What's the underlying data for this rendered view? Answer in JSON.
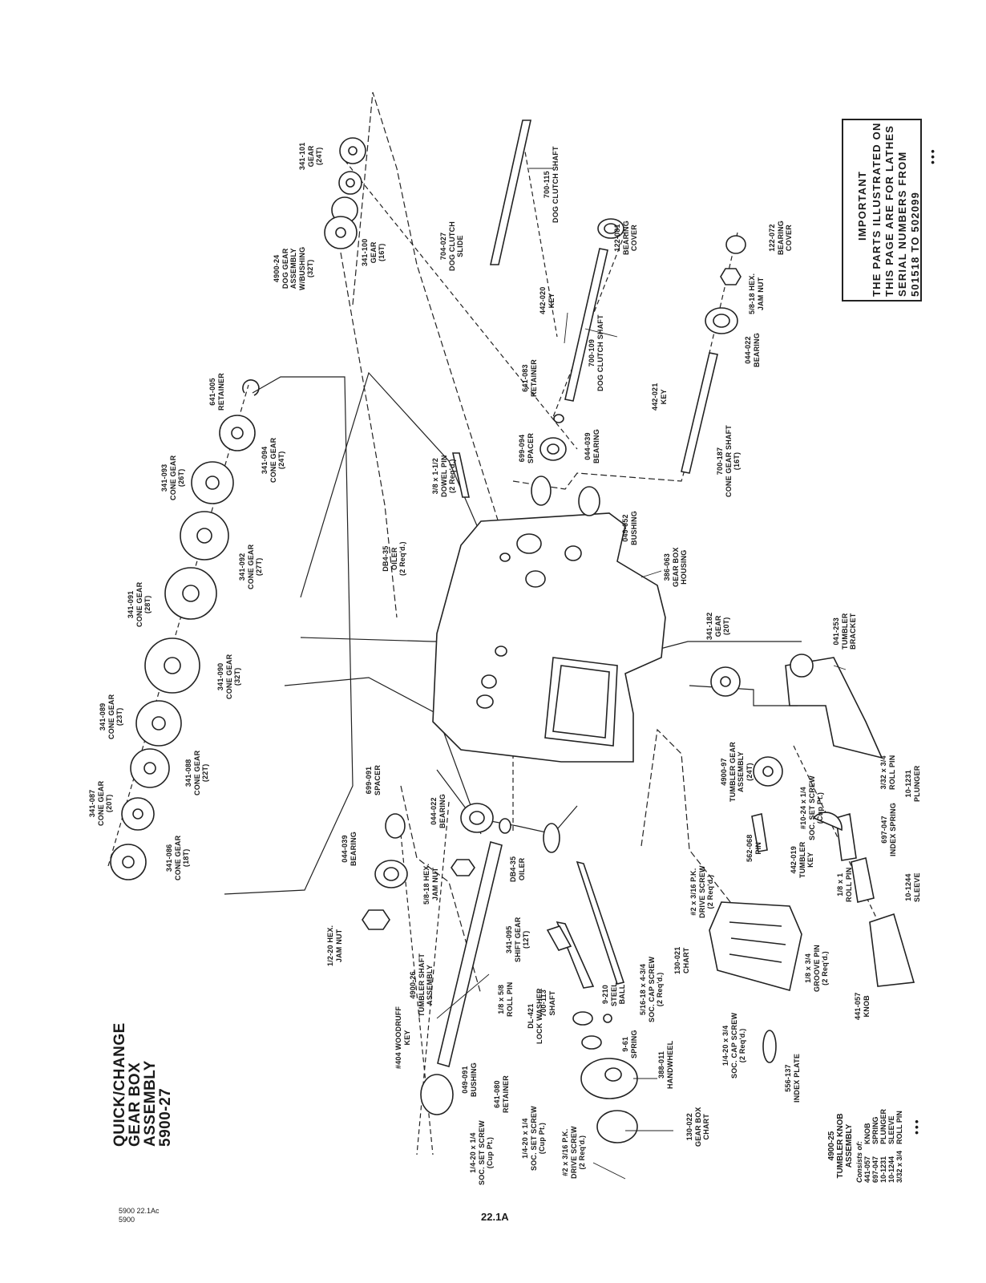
{
  "title": "QUICK/CHANGE\nGEAR BOX\nASSEMBLY\n5900-27",
  "important": {
    "heading": "IMPORTANT",
    "text": "THE PARTS ILLUSTRATED ON\nTHIS PAGE ARE FOR LATHES\nSERIAL NUMBERS FROM\n501518 TO 502099"
  },
  "knob_assembly": {
    "title": "4900-25\nTUMBLER KNOB\nASSEMBLY",
    "consists": "Consists of:",
    "parts": [
      "441-057",
      "697-047",
      "10-1231",
      "10-1244",
      "3/32 x 3/4"
    ],
    "names": [
      "KNOB",
      "SPRING",
      "PLUNGER",
      "SLEEVE",
      "ROLL PIN"
    ]
  },
  "labels": {
    "gear_341_101": "341-101\nGEAR\n(24T)",
    "dog_gear_asm": "4900-24\nDOG GEAR\nASSEMBLY\nW/BUSHING\n(32T)",
    "gear_341_100": "341-100\nGEAR\n(16T)",
    "dog_clutch_slide": "704-027\nDOG CLUTCH\nSLIDE",
    "dog_clutch_shaft_115": "700-115\nDOG CLUTCH SHAFT",
    "bearing_cover_081": "122-081\nBEARING\nCOVER",
    "key_020": "442-020\nKEY",
    "dog_clutch_shaft_109": "700-109\nDOG CLUTCH SHAFT",
    "retainer_083": "641-083\nRETAINER",
    "spacer_094": "699-094\nSPACER",
    "bearing_039_top": "044-039\nBEARING",
    "dowel_pin": "3/8 x 1-1/2\nDOWEL PIN\n(2 Req'd.)",
    "bushing_052": "049-052\nBUSHING",
    "housing": "386-063\nGEAR BOX\nHOUSING",
    "oiler_top": "DB4-35\nOILER\n(2 Req'd.)",
    "bearing_cover_072": "122-072\nBEARING\nCOVER",
    "jam_nut_top": "5/8-18 HEX.\nJAM NUT",
    "bearing_022_top": "044-022\nBEARING",
    "key_021": "442-021\nKEY",
    "cone_gear_shaft": "700-187\nCONE GEAR SHAFT\n(16T)",
    "retainer_005": "641-005\nRETAINER",
    "cone_094": "341-094\nCONE GEAR\n(24T)",
    "cone_093": "341-093\nCONE GEAR\n(26T)",
    "cone_092": "341-092\nCONE GEAR\n(27T)",
    "cone_091": "341-091\nCONE GEAR\n(28T)",
    "cone_090": "341-090\nCONE GEAR\n(32T)",
    "cone_089": "341-089\nCONE GEAR\n(23T)",
    "cone_088": "341-088\nCONE GEAR\n(22T)",
    "cone_087": "341-087\nCONE GEAR\n(20T)",
    "cone_086": "341-086\nCONE GEAR\n(18T)",
    "gear_182": "341-182\nGEAR\n(20T)",
    "tumbler_bracket": "041-253\nTUMBLER\nBRACKET",
    "tumbler_gear_asm": "4900-97\nTUMBLER GEAR\nASSEMBLY\n(24T)",
    "set_screw_10": "#10-24 x 1/4\nSOC. SET SCREW\n(Cup Pt.)",
    "roll_pin_332": "3/32 x 3/4\nROLL PIN",
    "plunger": "10-1231\nPLUNGER",
    "index_spring": "697-047\nINDEX SPRING",
    "pin_068": "562-068\nPIN",
    "tumbler_key": "442-019\nTUMBLER\nKEY",
    "roll_pin_18x1": "1/8 x 1\nROLL PIN",
    "sleeve": "10-1244\nSLEEVE",
    "knob": "441-057\nKNOB",
    "spacer_091": "699-091\nSPACER",
    "bearing_022_bot": "044-022\nBEARING",
    "bearing_039_bot": "044-039\nBEARING",
    "jam_nut_bot": "5/8-18 HEX.\nJAM NUT",
    "oiler_bot": "DB4-35\nOILER",
    "jam_nut_12": "1/2-20 HEX.\nJAM NUT",
    "tumbler_shaft_asm": "4900-26\nTUMBLER SHAFT\nASSEMBLY",
    "shift_gear": "341-095\nSHIFT GEAR\n(12T)",
    "roll_pin_58": "1/8 x 5/8\nROLL PIN",
    "shaft_113": "700-113\nSHAFT",
    "lock_washer": "DL-421\nLOCK WASHER",
    "steel_ball": "9-210\nSTEEL\nBALL",
    "spring_61": "9-61\nSPRING",
    "cap_screw_516": "5/16-18 x 4-3/4\nSOC. CAP SCREW\n(2 Req'd.)",
    "drive_screw_top": "#2 x 3/16 P.K.\nDRIVE SCREW\n(2 Req'd.)",
    "chart_021": "130-021\nCHART",
    "groove_pin": "1/8 x 3/4\nGROOVE PIN\n(2 Req'd.)",
    "woodruff_key": "#404 WOODRUFF\nKEY",
    "bushing_091": "049-091\nBUSHING",
    "set_screw_14": "1/4-20 x 1/4\nSOC. SET SCREW\n(Cup Pt.)",
    "retainer_080": "641-080\nRETAINER",
    "set_screw_14b": "1/4-20 x 1/4\nSOC. SET SCREW\n(Cup Pt.)",
    "drive_screw_bot": "#2 x 3/16 P.K.\nDRIVE SCREW\n(2 Req'd.)",
    "handwheel": "388-011\nHANDWHEEL",
    "gear_box_chart": "130-022\nGEAR BOX\nCHART",
    "cap_screw_34": "1/4-20 x 3/4\nSOC. CAP SCREW\n(2 Req'd.)",
    "index_plate": "556-137\nINDEX PLATE"
  },
  "footer": {
    "code1": "5900  22.1Ac",
    "code2": "5900",
    "page": "22.1A"
  }
}
